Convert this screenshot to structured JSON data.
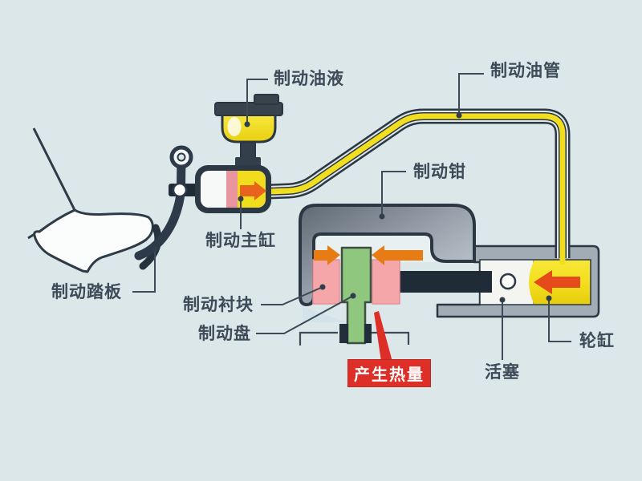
{
  "labels": {
    "brake_fluid": "制动油液",
    "brake_pipe": "制动油管",
    "brake_caliper": "制动钳",
    "brake_master_cylinder": "制动主缸",
    "brake_pedal": "制动踏板",
    "brake_pad": "制动衬块",
    "brake_disc": "制动盘",
    "heat_generated": "产生热量",
    "piston": "活塞",
    "wheel_cylinder": "轮缸"
  },
  "arrows": {
    "master_cylinder_flow": "right",
    "caliper_left_pressure": "right",
    "caliper_right_pressure": "left",
    "wheel_cylinder_pressure": "left"
  },
  "colors": {
    "background": "#dbe7e9",
    "fluid_yellow": "#f1de20",
    "pad_pink": "#f5a6a9",
    "disc_green": "#8fc77f",
    "arrow_orange": "#e87c14",
    "heat_red": "#dd2f28",
    "metal_dark": "#2b3844",
    "caliper_gray": "#9aa3ad",
    "label_text": "#3d4a57"
  }
}
